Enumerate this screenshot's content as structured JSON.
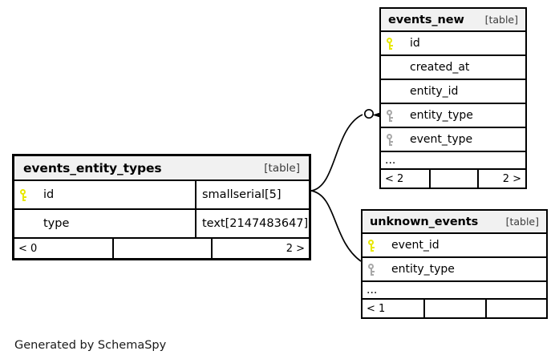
{
  "diagram": {
    "type": "entity-relationship-diagram",
    "credit": "Generated by SchemaSpy",
    "background": "#ffffff",
    "colors": {
      "border": "#000000",
      "header_background": "#f1f1f1",
      "primary_key": "#e8e800",
      "foreign_key": "#a8a8a8",
      "text": "#000000"
    }
  },
  "tables": [
    {
      "id": "events_new",
      "name": "events_new",
      "tag": "[table]",
      "emphasized": false,
      "show_types": false,
      "columns": [
        {
          "name": "id",
          "key": "primary",
          "key_icon": "key-icon",
          "type": ""
        },
        {
          "name": "created_at",
          "key": "none",
          "key_icon": "",
          "type": ""
        },
        {
          "name": "entity_id",
          "key": "none",
          "key_icon": "",
          "type": ""
        },
        {
          "name": "entity_type",
          "key": "foreign",
          "key_icon": "key-icon",
          "type": ""
        },
        {
          "name": "event_type",
          "key": "foreign",
          "key_icon": "key-icon",
          "type": ""
        }
      ],
      "ellipsis": "...",
      "footer": [
        {
          "text": "< 2",
          "align": "left"
        },
        {
          "text": "",
          "align": "left"
        },
        {
          "text": "2 >",
          "align": "right"
        }
      ]
    },
    {
      "id": "events_entity_types",
      "name": "events_entity_types",
      "tag": "[table]",
      "emphasized": true,
      "show_types": true,
      "columns": [
        {
          "name": "id",
          "key": "primary",
          "key_icon": "key-icon",
          "type": "smallserial[5]"
        },
        {
          "name": "type",
          "key": "none",
          "key_icon": "",
          "type": "text[2147483647]"
        }
      ],
      "ellipsis": "",
      "footer": [
        {
          "text": "< 0",
          "align": "left"
        },
        {
          "text": "",
          "align": "left"
        },
        {
          "text": "2 >",
          "align": "right"
        }
      ]
    },
    {
      "id": "unknown_events",
      "name": "unknown_events",
      "tag": "[table]",
      "emphasized": false,
      "show_types": false,
      "columns": [
        {
          "name": "event_id",
          "key": "primary",
          "key_icon": "key-icon",
          "type": ""
        },
        {
          "name": "entity_type",
          "key": "foreign",
          "key_icon": "key-icon",
          "type": ""
        }
      ],
      "ellipsis": "...",
      "footer": [
        {
          "text": "< 1",
          "align": "left"
        },
        {
          "text": "",
          "align": "left"
        },
        {
          "text": "",
          "align": "left"
        }
      ]
    }
  ],
  "relationships": [
    {
      "id": "rel-events-new",
      "from_table": "events_entity_types",
      "from_column": "id",
      "to_table": "events_new",
      "to_column": "entity_type",
      "source_cardinality": "one",
      "target_cardinality": "zero-or-many"
    },
    {
      "id": "rel-unknown-events",
      "from_table": "events_entity_types",
      "from_column": "id",
      "to_table": "unknown_events",
      "to_column": "entity_type",
      "source_cardinality": "one",
      "target_cardinality": "zero-or-many"
    }
  ]
}
